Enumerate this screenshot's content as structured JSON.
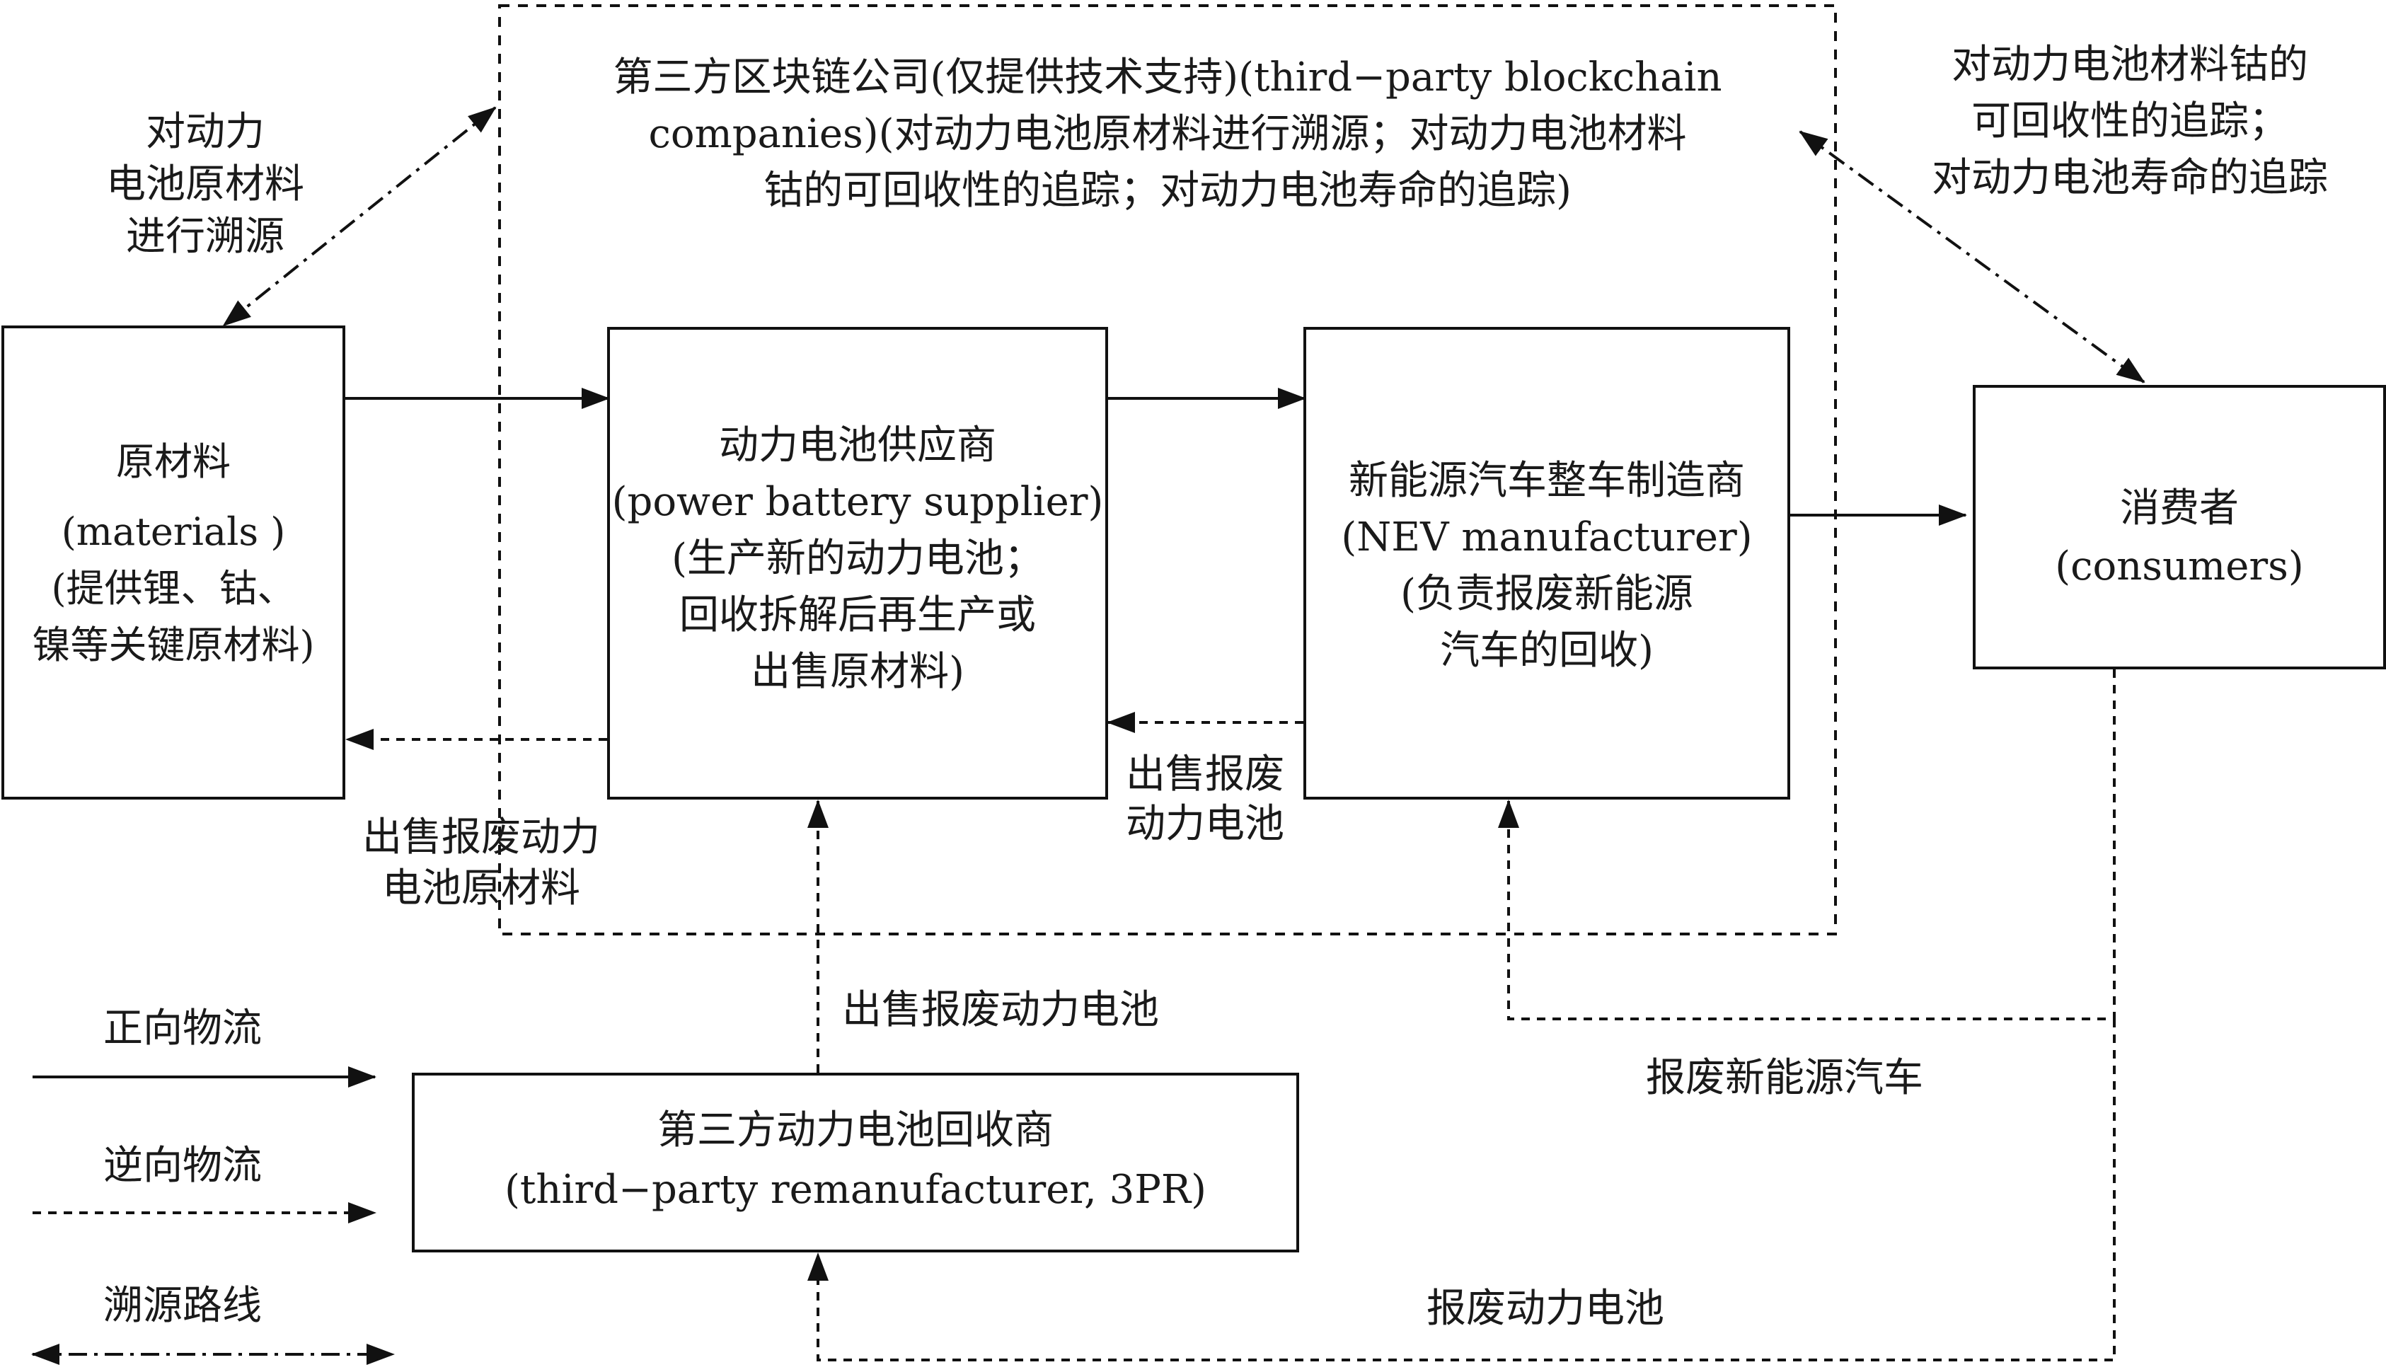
{
  "diagram": {
    "blockchain": {
      "lines": [
        "第三方区块链公司(仅提供技术支持)(third−party blockchain",
        "companies)(对动力电池原材料进行溯源；对动力电池材料",
        "钴的可回收性的追踪；对动力电池寿命的追踪)"
      ]
    },
    "materials": {
      "lines": [
        "原材料",
        "(materials )",
        "(提供锂、钴、",
        "镍等关键原材料)"
      ]
    },
    "supplier": {
      "lines": [
        "动力电池供应商",
        "(power battery supplier)",
        "(生产新的动力电池；",
        "回收拆解后再生产或",
        "出售原材料)"
      ]
    },
    "manufacturer": {
      "lines": [
        "新能源汽车整车制造商",
        "(NEV manufacturer)",
        "(负责报废新能源",
        "汽车的回收)"
      ]
    },
    "consumers": {
      "lines": [
        "消费者",
        "(consumers)"
      ]
    },
    "recycler": {
      "lines": [
        "第三方动力电池回收商",
        "(third−party remanufacturer, 3PR)"
      ]
    },
    "edge_labels": {
      "trace_materials": [
        "对动力",
        "电池原材料",
        "进行溯源"
      ],
      "trace_consumers": [
        "对动力电池材料钴的",
        "可回收性的追踪；",
        "对动力电池寿命的追踪"
      ],
      "sell_raw_materials": [
        "出售报废动力",
        "电池原材料"
      ],
      "sell_battery_mid": [
        "出售报废",
        "动力电池"
      ],
      "sell_battery_3pr": "出售报废动力电池",
      "scrap_nev": "报废新能源汽车",
      "scrap_battery": "报废动力电池"
    },
    "legend": {
      "forward": "正向物流",
      "reverse": "逆向物流",
      "trace": "溯源路线"
    }
  }
}
